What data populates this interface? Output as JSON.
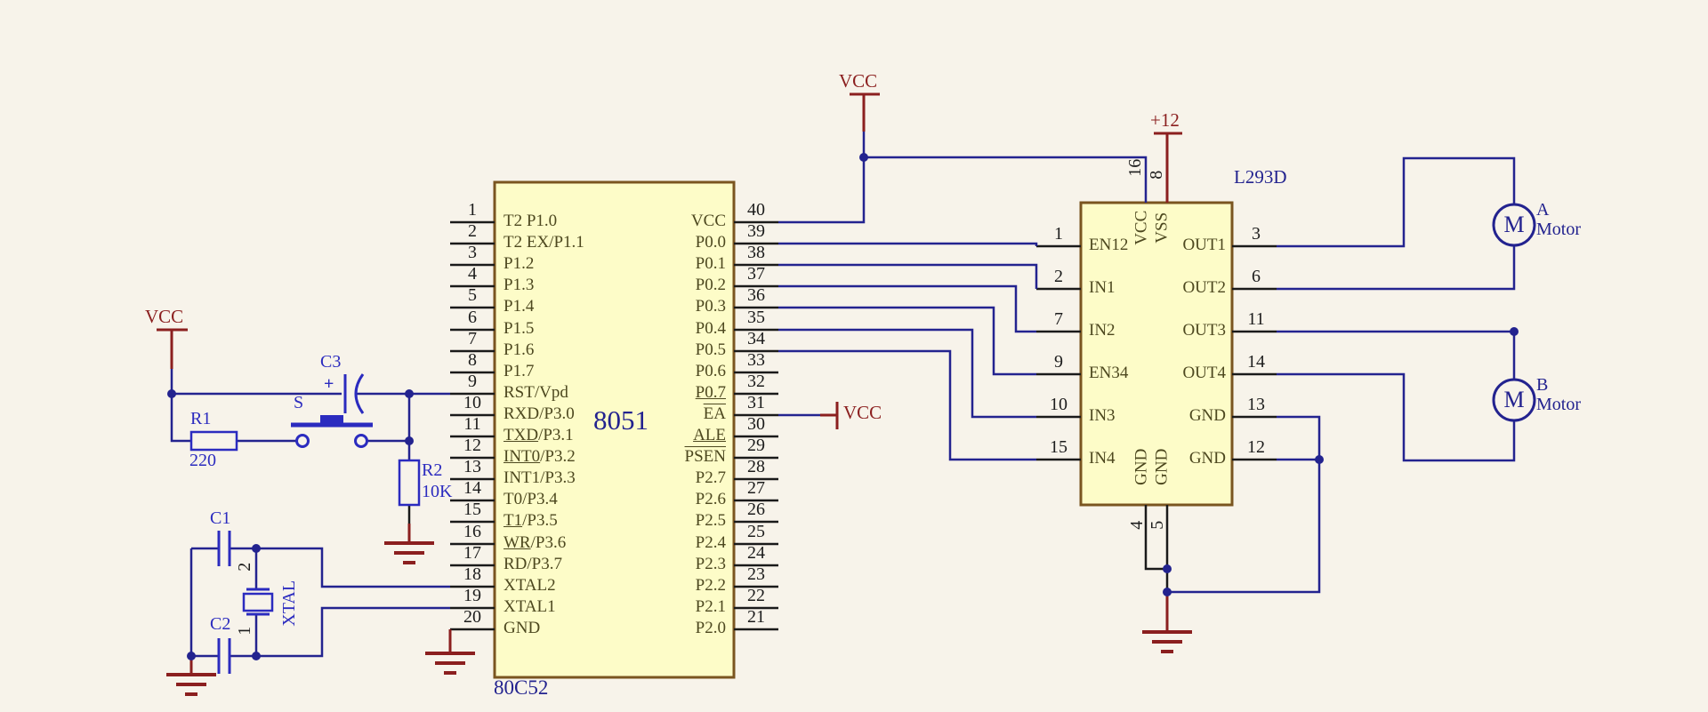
{
  "colors": {
    "wire": "#23238f",
    "component": "#2b2bbf",
    "power": "#8b1f1f",
    "chip_fill": "#fdfcc8",
    "chip_border": "#7a5520",
    "background": "#f7f3ea",
    "pin_text": "#4d481f"
  },
  "mcu": {
    "name": "8051",
    "sub_label": "80C52",
    "left_pins": [
      {
        "num": "1",
        "a": "T2 P1.0",
        "b": ""
      },
      {
        "num": "2",
        "a": "T2 EX/P1.1",
        "b": ""
      },
      {
        "num": "3",
        "a": "P1.2",
        "b": ""
      },
      {
        "num": "4",
        "a": "P1.3",
        "b": ""
      },
      {
        "num": "5",
        "a": "P1.4",
        "b": ""
      },
      {
        "num": "6",
        "a": "P1.5",
        "b": ""
      },
      {
        "num": "7",
        "a": "P1.6",
        "b": ""
      },
      {
        "num": "8",
        "a": "P1.7",
        "b": ""
      },
      {
        "num": "9",
        "a": "RST/Vpd",
        "b": ""
      },
      {
        "num": "10",
        "a": "RXD/P3.0",
        "b": ""
      },
      {
        "num": "11",
        "a": "TXD",
        "b": "/P3.1"
      },
      {
        "num": "12",
        "a": "INT0",
        "b": "/P3.2"
      },
      {
        "num": "13",
        "a": "INT1/P3.3",
        "b": ""
      },
      {
        "num": "14",
        "a": "T0/P3.4",
        "b": ""
      },
      {
        "num": "15",
        "a": "T1",
        "b": "/P3.5"
      },
      {
        "num": "16",
        "a": "WR",
        "b": "/P3.6"
      },
      {
        "num": "17",
        "a": "RD/P3.7",
        "b": ""
      },
      {
        "num": "18",
        "a": "XTAL2",
        "b": ""
      },
      {
        "num": "19",
        "a": "XTAL1",
        "b": ""
      },
      {
        "num": "20",
        "a": "GND",
        "b": ""
      }
    ],
    "right_pins": [
      {
        "num": "40",
        "a": "VCC"
      },
      {
        "num": "39",
        "a": "P0.0"
      },
      {
        "num": "38",
        "a": "P0.1"
      },
      {
        "num": "37",
        "a": "P0.2"
      },
      {
        "num": "36",
        "a": "P0.3"
      },
      {
        "num": "35",
        "a": "P0.4"
      },
      {
        "num": "34",
        "a": "P0.5"
      },
      {
        "num": "33",
        "a": "P0.6"
      },
      {
        "num": "32",
        "a": "P0.7"
      },
      {
        "num": "31",
        "a": "EA"
      },
      {
        "num": "30",
        "a": "ALE"
      },
      {
        "num": "29",
        "a": "PSEN"
      },
      {
        "num": "28",
        "a": "P2.7"
      },
      {
        "num": "27",
        "a": "P2.6"
      },
      {
        "num": "26",
        "a": "P2.5"
      },
      {
        "num": "25",
        "a": "P2.4"
      },
      {
        "num": "24",
        "a": "P2.3"
      },
      {
        "num": "23",
        "a": "P2.2"
      },
      {
        "num": "22",
        "a": "P2.1"
      },
      {
        "num": "21",
        "a": "P2.0"
      }
    ]
  },
  "driver": {
    "name": "L293D",
    "left_pins": [
      {
        "num": "1",
        "a": "EN12"
      },
      {
        "num": "2",
        "a": "IN1"
      },
      {
        "num": "7",
        "a": "IN2"
      },
      {
        "num": "9",
        "a": "EN34"
      },
      {
        "num": "10",
        "a": "IN3"
      },
      {
        "num": "15",
        "a": "IN4"
      }
    ],
    "right_pins": [
      {
        "num": "3",
        "a": "OUT1"
      },
      {
        "num": "6",
        "a": "OUT2"
      },
      {
        "num": "11",
        "a": "OUT3"
      },
      {
        "num": "14",
        "a": "OUT4"
      },
      {
        "num": "13",
        "a": "GND"
      },
      {
        "num": "12",
        "a": "GND"
      }
    ],
    "top_pins": [
      {
        "num": "16",
        "label": "VCC"
      },
      {
        "num": "8",
        "label": "VSS"
      }
    ],
    "bottom_pins": [
      {
        "num": "4",
        "label": "GND"
      },
      {
        "num": "5",
        "label": "GND"
      }
    ]
  },
  "power": {
    "vcc_reset": "VCC",
    "vcc_main": "VCC",
    "vcc_ea": "VCC",
    "v12": "+12"
  },
  "components": {
    "r1": {
      "ref": "R1",
      "value": "220"
    },
    "r2": {
      "ref": "R2",
      "value": "10K"
    },
    "c1": {
      "ref": "C1"
    },
    "c2": {
      "ref": "C2"
    },
    "c3": {
      "ref": "C3",
      "plus": "+"
    },
    "xtal": {
      "ref": "XTAL",
      "pin_top": "2",
      "pin_bottom": "1"
    },
    "switch": {
      "ref": "S"
    }
  },
  "motors": {
    "a": {
      "symbol": "M",
      "letter": "A",
      "label": "Motor"
    },
    "b": {
      "symbol": "M",
      "letter": "B",
      "label": "Motor"
    }
  }
}
